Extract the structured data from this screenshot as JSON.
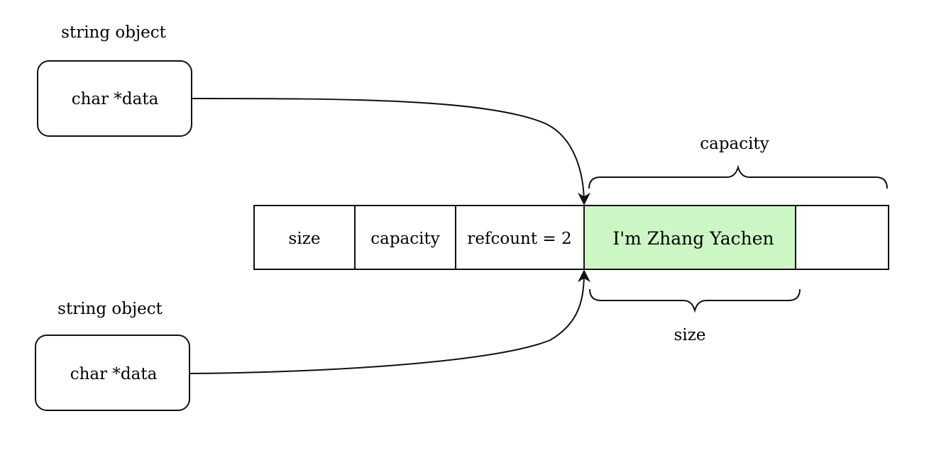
{
  "objects": [
    {
      "caption": "string object",
      "field": "char *data"
    },
    {
      "caption": "string object",
      "field": "char *data"
    }
  ],
  "buffer": {
    "header_cells": [
      "size",
      "capacity",
      "refcount = 2"
    ],
    "content": "I'm Zhang Yachen",
    "spare": ""
  },
  "braces": {
    "capacity_label": "capacity",
    "size_label": "size"
  },
  "colors": {
    "content_fill": "#ccf7c4",
    "stroke": "#111111",
    "background": "#ffffff"
  }
}
